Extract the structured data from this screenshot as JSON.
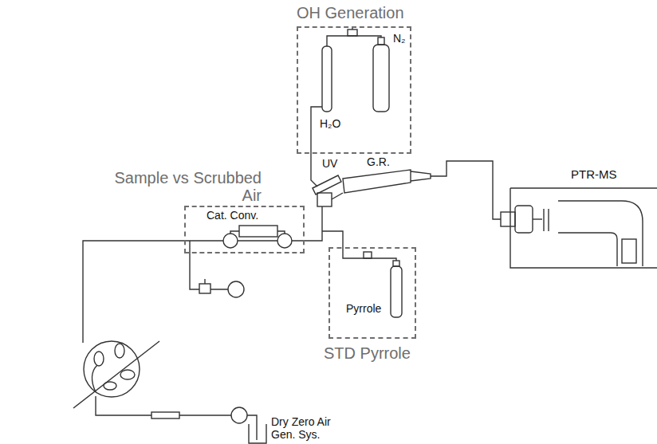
{
  "diagram": {
    "nodes": [
      {
        "text": [
          "OH Generation",
          "H₂O",
          "N₂"
        ]
      },
      {
        "text": [
          "Sample vs Scrubbed Air",
          "Cat. Conv."
        ]
      },
      {
        "text": [
          "Pyrrole",
          "STD Pyrrole"
        ]
      }
    ],
    "labels": [
      "UV",
      "G.R.",
      "PTR-MS",
      "Dry Zero Air Gen. Sys."
    ]
  }
}
